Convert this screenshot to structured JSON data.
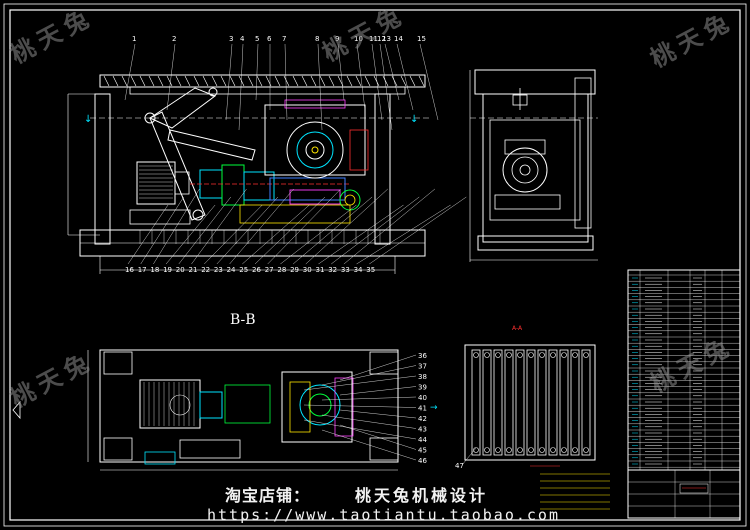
{
  "watermark": {
    "text": "桃天兔"
  },
  "section_label": "B-B",
  "section_label_small": "A-A",
  "footer": {
    "shop_label": "淘宝店铺：",
    "shop_name": "桃天兔机械设计",
    "url": "https://www.taotiantu.taobao.com"
  },
  "callouts_top": [
    "1",
    "2",
    "3",
    "4",
    "5",
    "6",
    "7",
    "8",
    "9",
    "10",
    "11",
    "12",
    "13",
    "14",
    "15"
  ],
  "callouts_bottom": [
    "16",
    "17",
    "18",
    "19",
    "20",
    "21",
    "22",
    "23",
    "24",
    "25",
    "26",
    "27",
    "28",
    "29",
    "30",
    "31",
    "32",
    "33",
    "34",
    "35"
  ],
  "callouts_right": [
    "36",
    "37",
    "38",
    "39",
    "40",
    "41",
    "42",
    "43",
    "44",
    "45",
    "46"
  ],
  "callout_item": "47",
  "colors": {
    "outline": "#ffffff",
    "cyan": "#00e5ff",
    "green": "#00ff3c",
    "yellow": "#ffe600",
    "red": "#ff3030",
    "magenta": "#ff40ff",
    "blue": "#4080ff"
  }
}
